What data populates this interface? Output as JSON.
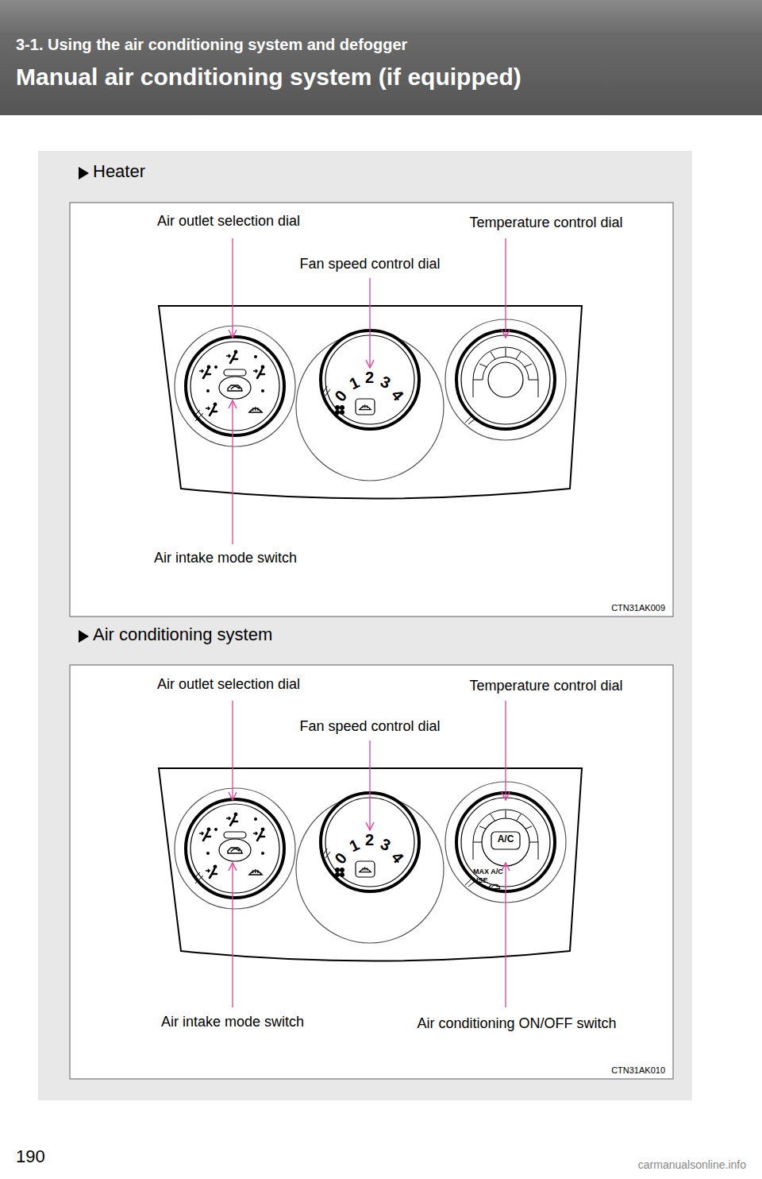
{
  "diagram": {
    "title": "Manual air conditioning system (if equipped)",
    "labels": [
      "3-1. Using the air conditioning system and defogger",
      "Heater",
      "Air outlet selection dial",
      "Temperature control dial",
      "Fan speed control dial",
      "Air intake mode switch",
      "0",
      "1",
      "2",
      "3",
      "4",
      "CTN31AK009",
      "Air conditioning system",
      "Air outlet selection dial",
      "Temperature control dial",
      "Fan speed control dial",
      "Air intake mode switch",
      "Air conditioning ON/OFF switch",
      "0",
      "1",
      "2",
      "3",
      "4",
      "A/C",
      "MAX A/C",
      "USE",
      "CTN31AK010",
      "190",
      "carmanualsonline.info"
    ]
  }
}
